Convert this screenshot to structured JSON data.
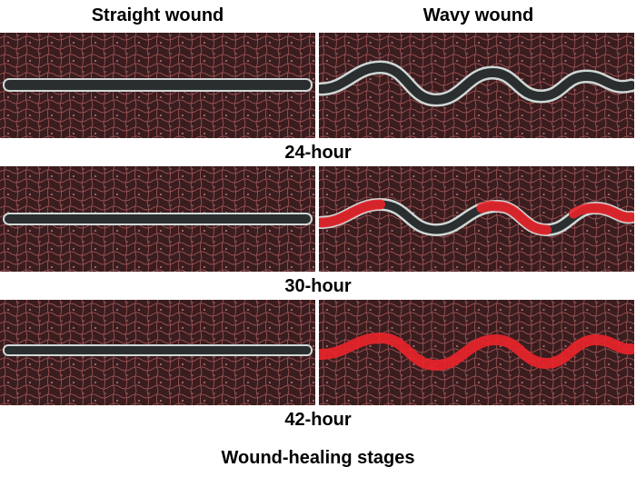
{
  "columns": {
    "left": "Straight wound",
    "right": "Wavy wound"
  },
  "stages": [
    "24-hour",
    "30-hour",
    "42-hour"
  ],
  "caption": "Wound-healing stages",
  "colors": {
    "tissue_bg": "#3a1d1f",
    "cell_edge": "#c86a6a",
    "wound_gap": "#2a2e2e",
    "wound_glow": "#cfd8d6",
    "healed_marker": "#e8242a"
  }
}
